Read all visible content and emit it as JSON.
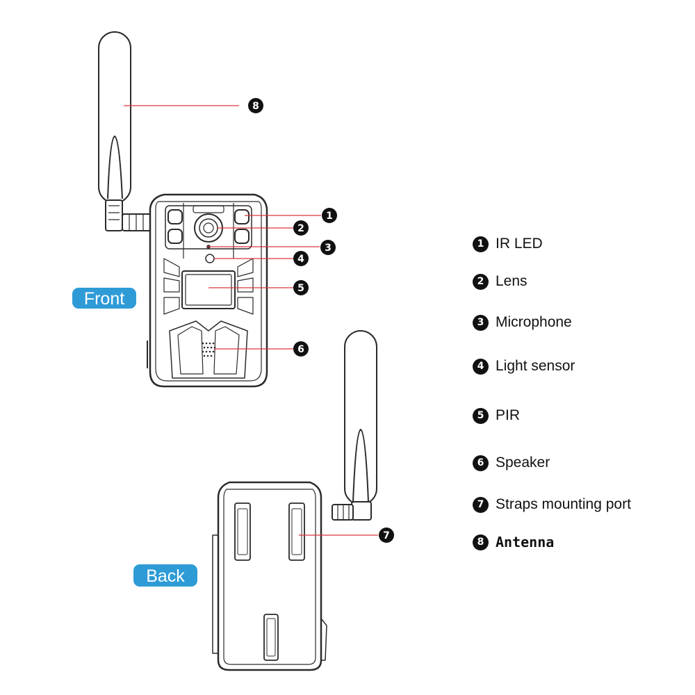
{
  "views": {
    "front_label": "Front",
    "back_label": "Back"
  },
  "callouts": [
    "8",
    "1",
    "2",
    "3",
    "4",
    "5",
    "6",
    "7"
  ],
  "legend": [
    {
      "number": "1",
      "label": "IR LED"
    },
    {
      "number": "2",
      "label": "Lens"
    },
    {
      "number": "3",
      "label": "Microphone"
    },
    {
      "number": "4",
      "label": "Light sensor"
    },
    {
      "number": "5",
      "label": "PIR"
    },
    {
      "number": "6",
      "label": "Speaker"
    },
    {
      "number": "7",
      "label": "Straps mounting port"
    },
    {
      "number": "8",
      "label": "Antenna"
    }
  ],
  "colors": {
    "pill": "#2e9bd6",
    "leader": "#d9363e",
    "outline": "#2a2a2a",
    "badge": "#111111"
  }
}
